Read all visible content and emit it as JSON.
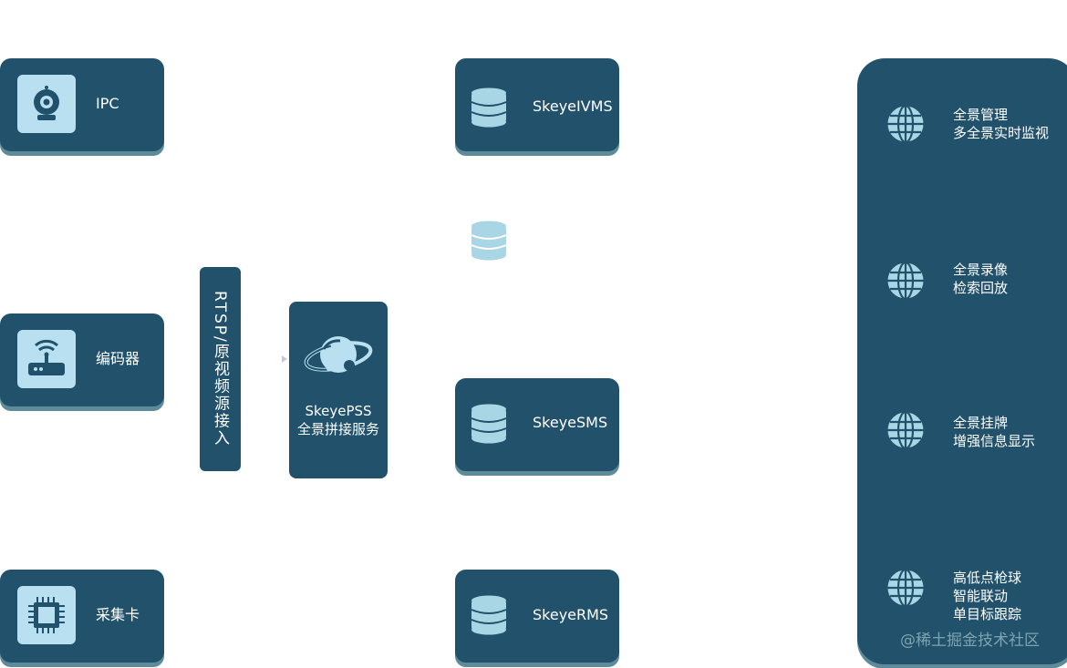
{
  "sources": [
    {
      "label": "IPC",
      "icon": "webcam-icon"
    },
    {
      "label": "编码器",
      "icon": "router-icon"
    },
    {
      "label": "采集卡",
      "icon": "chip-icon"
    }
  ],
  "access_bar": {
    "label": "RTSP/原视频源接入"
  },
  "pss": {
    "line1": "SkeyePSS",
    "line2": "全景拼接服务",
    "icon": "planet-icon"
  },
  "services": [
    {
      "label": "SkeyeIVMS",
      "icon": "database-icon"
    },
    {
      "label": "SkeyeSMS",
      "icon": "database-icon"
    },
    {
      "label": "SkeyeRMS",
      "icon": "database-icon"
    }
  ],
  "floating_db": {
    "icon": "database-icon"
  },
  "features": [
    {
      "lines": [
        "全景管理",
        "多全景实时监视"
      ],
      "icon": "globe-icon"
    },
    {
      "lines": [
        "全景录像",
        "检索回放"
      ],
      "icon": "globe-icon"
    },
    {
      "lines": [
        "全景挂牌",
        "增强信息显示"
      ],
      "icon": "globe-icon"
    },
    {
      "lines": [
        "高低点枪球",
        "智能联动",
        "单目标跟踪"
      ],
      "icon": "globe-icon"
    }
  ],
  "watermark": "@稀土掘金技术社区",
  "colors": {
    "card": "#22526b",
    "card_shadow": "#5e8b99",
    "icon_bg": "#b8e0f0",
    "db": "#a9d6e5"
  }
}
